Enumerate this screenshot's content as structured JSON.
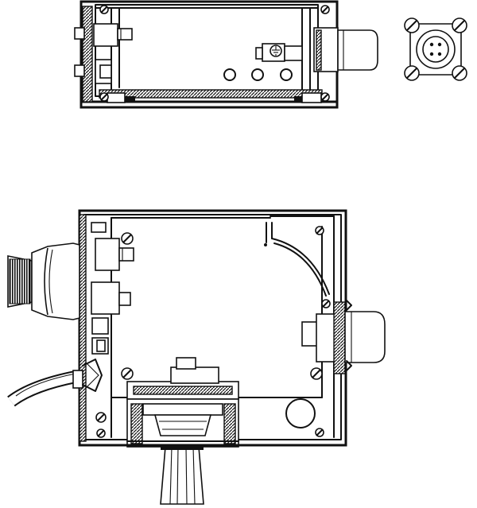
{
  "figure": {
    "views": [
      "top-view",
      "end-view",
      "side-view"
    ],
    "colors": {
      "ink": "#111111",
      "paper": "#ffffff"
    },
    "icons": [
      "screw-head-icon",
      "ground-symbol-icon",
      "connector-icon",
      "knob-icon",
      "cable-icon",
      "lens-icon"
    ]
  }
}
